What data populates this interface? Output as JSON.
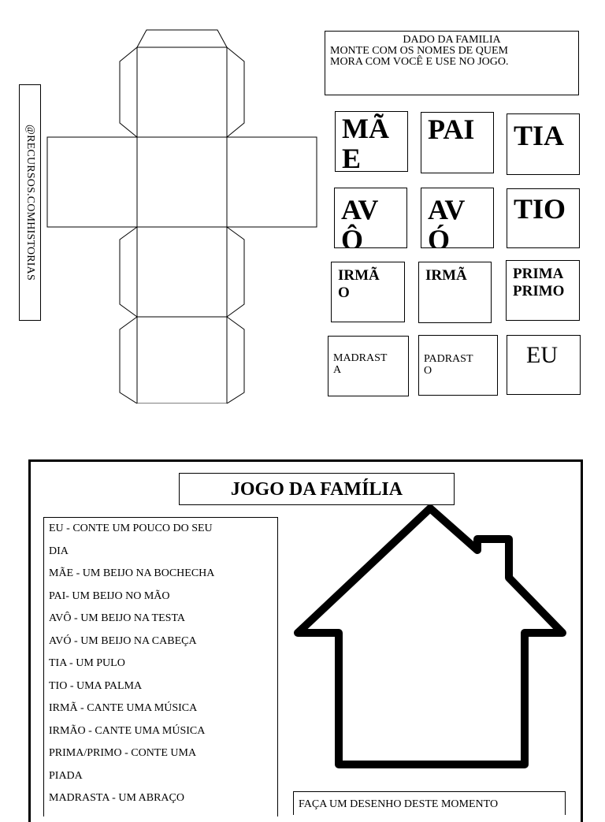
{
  "side_label": "@RECURSOS.COMHISTORIAS",
  "info": {
    "title": "DADO DA FAMILIA",
    "line1": "MONTE COM OS NOMES DE QUEM",
    "line2": "MORA COM VOCÊ E USE NO JOGO."
  },
  "cards": [
    {
      "l1": "MÃ",
      "l2": "E"
    },
    {
      "l1": "PAI",
      "l2": ""
    },
    {
      "l1": "TIA",
      "l2": ""
    },
    {
      "l1": "AV",
      "l2": "Ô"
    },
    {
      "l1": "AV",
      "l2": "Ó"
    },
    {
      "l1": "TIO",
      "l2": ""
    },
    {
      "l1": "IRMÃ",
      "l2": "O"
    },
    {
      "l1": "IRMÃ",
      "l2": ""
    },
    {
      "l1": "PRIMA",
      "l2": "PRIMO"
    },
    {
      "l1": "MADRAST",
      "l2": "A"
    },
    {
      "l1": "PADRAST",
      "l2": "O"
    },
    {
      "l1": "EU",
      "l2": ""
    }
  ],
  "game": {
    "title": "JOGO DA FAMÍLIA",
    "rules": [
      "EU - CONTE  UM POUCO DO SEU",
      "DIA",
      "MÃE - UM BEIJO NA BOCHECHA",
      "PAI-  UM BEIJO NO MÃO",
      "AVÔ -  UM BEIJO NA TESTA",
      "AVÓ - UM BEIJO NA CABEÇA",
      "TIA - UM PULO",
      "TIO - UMA PALMA",
      "IRMÃ - CANTE UMA MÚSICA",
      "IRMÃO - CANTE UMA MÚSICA",
      "PRIMA/PRIMO - CONTE UMA",
      "PIADA",
      "MADRASTA -   UM ABRAÇO"
    ],
    "draw_prompt": "FAÇA UM DESENHO DESTE MOMENTO"
  }
}
